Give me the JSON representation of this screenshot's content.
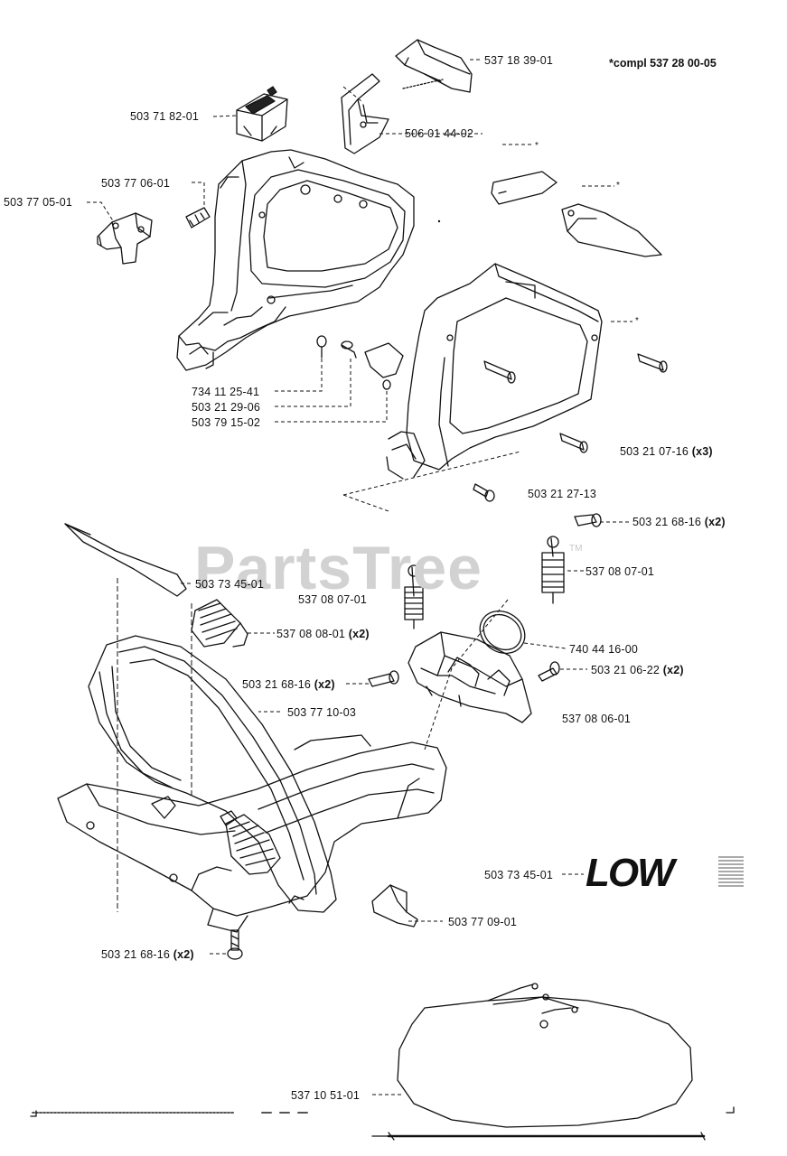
{
  "compl_note": "*compl 537 28 00-05",
  "watermark": "PartsTree",
  "watermark_tm": "TM",
  "low_logo": "LOW",
  "callouts": [
    {
      "id": "c1",
      "text": "537 18 39-01"
    },
    {
      "id": "c2",
      "text": "503 71 82-01"
    },
    {
      "id": "c3",
      "text": "506 01 44-02"
    },
    {
      "id": "c4",
      "text": "503 77 06-01"
    },
    {
      "id": "c5",
      "text": "503 77 05-01"
    },
    {
      "id": "c6",
      "text": "734 11 25-41"
    },
    {
      "id": "c7",
      "text": "503 21 29-06"
    },
    {
      "id": "c8",
      "text": "503 79 15-02"
    },
    {
      "id": "c9",
      "text": "503 21 07-16",
      "qty": "(x3)"
    },
    {
      "id": "c10",
      "text": "503  21 27-13"
    },
    {
      "id": "c11",
      "text": "503 21 68-16",
      "qty": "(x2)"
    },
    {
      "id": "c12",
      "text": "503 73 45-01"
    },
    {
      "id": "c13",
      "text": "537 08 07-01"
    },
    {
      "id": "c14",
      "text": "537 08 07-01"
    },
    {
      "id": "c15",
      "text": "537 08 08-01",
      "qty": "(x2)"
    },
    {
      "id": "c16",
      "text": "740 44 16-00"
    },
    {
      "id": "c17",
      "text": "503 21 68-16",
      "qty": "(x2)"
    },
    {
      "id": "c18",
      "text": "503 21 06-22",
      "qty": "(x2)"
    },
    {
      "id": "c19",
      "text": "503 77 10-03"
    },
    {
      "id": "c20",
      "text": "537 08 06-01"
    },
    {
      "id": "c21",
      "text": "503 73 45-01"
    },
    {
      "id": "c22",
      "text": "503 77 09-01"
    },
    {
      "id": "c23",
      "text": "503 21 68-16",
      "qty": "(x2)"
    },
    {
      "id": "c24",
      "text": "537 10 51-01"
    }
  ]
}
